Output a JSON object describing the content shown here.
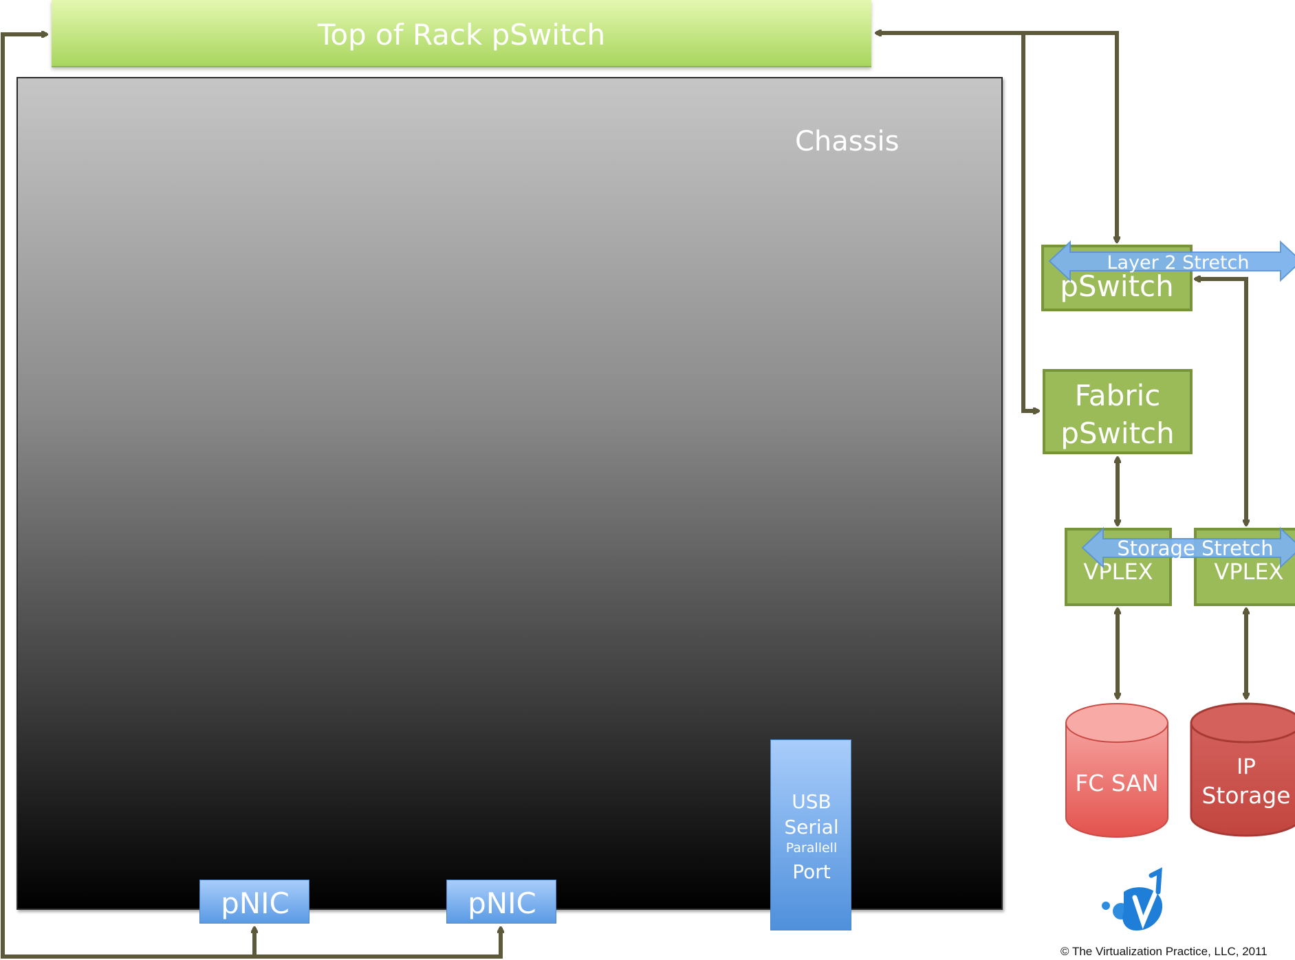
{
  "tor_switch": {
    "label": "Top of Rack pSwitch"
  },
  "chassis": {
    "label": "Chassis"
  },
  "pnic_left": {
    "label": "pNIC"
  },
  "pnic_right": {
    "label": "pNIC"
  },
  "usb_port": {
    "line1": "USB",
    "line2": "Serial",
    "line3": "Parallell",
    "line4": "Port"
  },
  "pswitch": {
    "label": "pSwitch"
  },
  "fabric_pswitch": {
    "line1": "Fabric",
    "line2": "pSwitch"
  },
  "vplex_left": {
    "label": "VPLEX"
  },
  "vplex_right": {
    "label": "VPLEX"
  },
  "layer2_stretch": {
    "label": "Layer 2 Stretch"
  },
  "storage_stretch": {
    "label": "Storage Stretch"
  },
  "fc_san": {
    "label": "FC SAN"
  },
  "ip_storage": {
    "line1": "IP",
    "line2": "Storage"
  },
  "copyright": {
    "text": "© The Virtualization Practice, LLC, 2011"
  },
  "colors": {
    "connector": "#5c5a3a",
    "switch_green": "#9bbb59",
    "nic_blue": "#5a9ae4",
    "storage_red": "#e06a66",
    "stretch_blue": "#7db3ec"
  }
}
